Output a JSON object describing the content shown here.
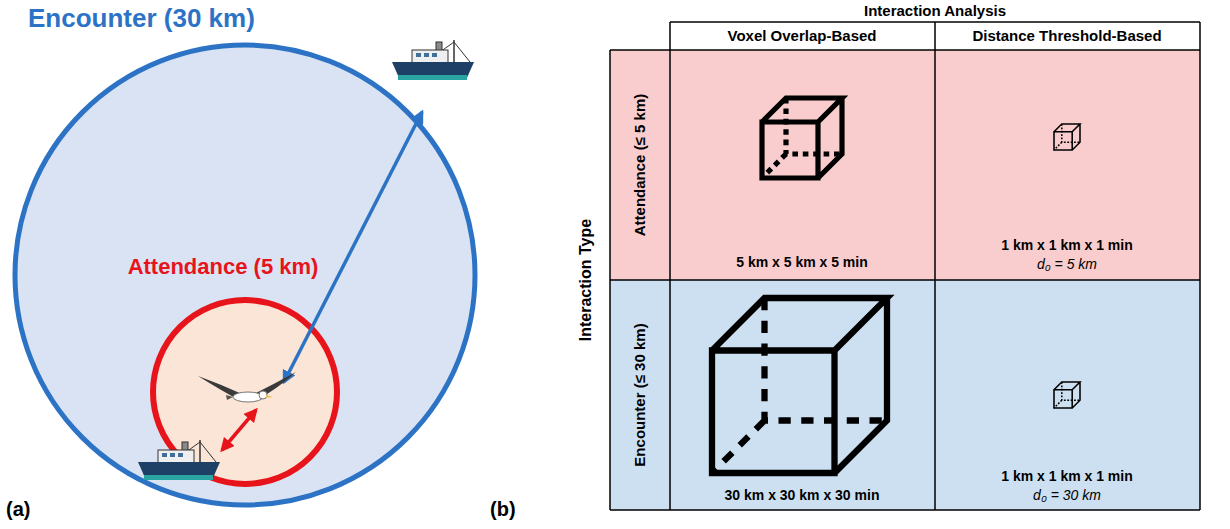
{
  "diagram": {
    "nodes": [
      {
        "text": [
          "Encounter (30 km)"
        ]
      },
      {
        "text": [
          "Attendance (5 km)"
        ],
        "in": 0
      }
    ],
    "labels": [
      "(a)",
      "Interaction Analysis",
      "Voxel Overlap-Based",
      "Distance Threshold-Based",
      "Interaction Type",
      "Attendance (≤ 5 km)",
      "Encounter (≤ 30 km)",
      "5 km x 5 km x 5 min",
      "1 km x 1 km x 1 min",
      "d₀ = 5 km",
      "30 km x 30 km x 30 min",
      "1 km x 1 km x 1 min",
      "d₀ = 30 km",
      "(b)"
    ]
  }
}
